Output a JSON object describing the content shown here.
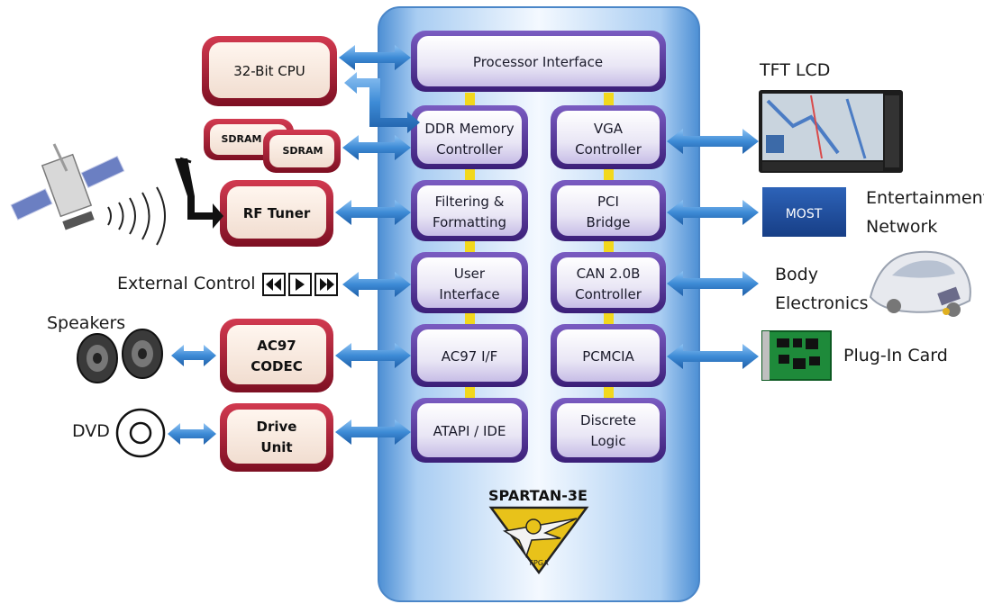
{
  "fpga": {
    "blocks": {
      "processor_interface": "Processor Interface",
      "ddr_line1": "DDR Memory",
      "ddr_line2": "Controller",
      "vga_line1": "VGA",
      "vga_line2": "Controller",
      "filter_line1": "Filtering &",
      "filter_line2": "Formatting",
      "pci_line1": "PCI",
      "pci_line2": "Bridge",
      "ui_line1": "User",
      "ui_line2": "Interface",
      "can_line1": "CAN 2.0B",
      "can_line2": "Controller",
      "ac97if": "AC97 I/F",
      "pcmcia": "PCMCIA",
      "atapi": "ATAPI / IDE",
      "discrete_line1": "Discrete",
      "discrete_line2": "Logic"
    },
    "logo_text": "SPARTAN-3E",
    "logo_sub": "FPGA"
  },
  "external": {
    "cpu": "32-Bit CPU",
    "sdram1": "SDRAM",
    "sdram2": "SDRAM",
    "rf_tuner": "RF Tuner",
    "ac97_line1": "AC97",
    "ac97_line2": "CODEC",
    "drive_line1": "Drive",
    "drive_line2": "Unit",
    "most": "MOST"
  },
  "labels": {
    "tft_lcd": "TFT LCD",
    "entertainment_line1": "Entertainment",
    "entertainment_line2": "Network",
    "body_line1": "Body",
    "body_line2": "Electronics",
    "plugin_card": "Plug-In Card",
    "external_control": "External Control",
    "speakers": "Speakers",
    "dvd": "DVD"
  },
  "colors": {
    "fpga_panel": "#5f9fdc",
    "block_border": "#4b2a8c",
    "red_block": "#a3182e",
    "arrow": "#3f8fd8",
    "yellow_link": "#f2d81c",
    "most_box": "#1c4fa0"
  }
}
